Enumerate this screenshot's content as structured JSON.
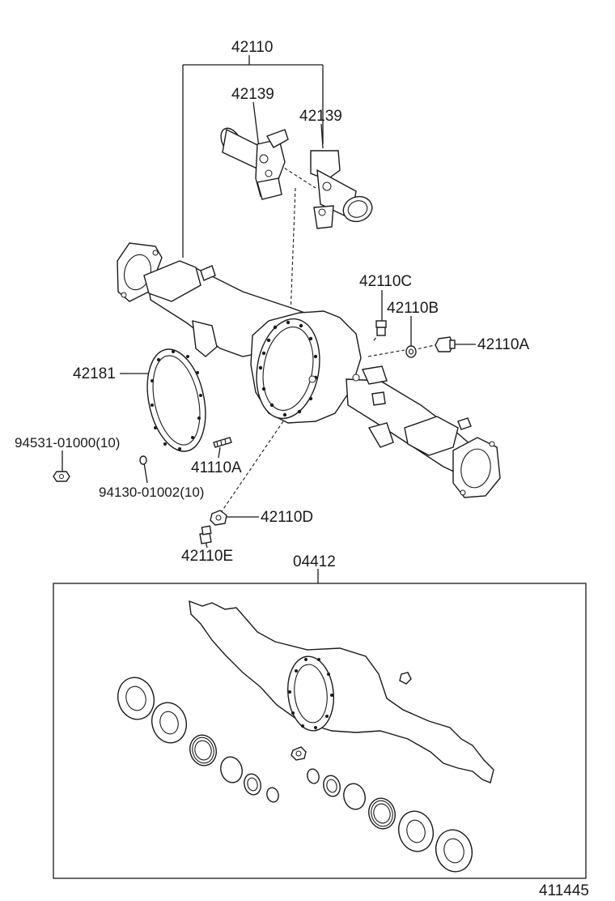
{
  "diagram": {
    "labels": {
      "p42110": "42110",
      "p42139_left": "42139",
      "p42139_right": "42139",
      "p42110C": "42110C",
      "p42110B": "42110B",
      "p42110A": "42110A",
      "p42181": "42181",
      "p94531": "94531-01000(10)",
      "p41110A": "41110A",
      "p94130": "94130-01002(10)",
      "p42110D": "42110D",
      "p42110E": "42110E",
      "p04412": "04412",
      "figure_number": "411445"
    },
    "line_color": "#1a1a1a",
    "background": "#ffffff",
    "icons": [
      "axle-housing-icon",
      "axle-tube-icon",
      "spring-seat-icon",
      "gasket-icon",
      "bolt-icon",
      "nut-icon",
      "washer-icon",
      "bearing-icon",
      "oil-seal-icon",
      "stud-icon",
      "breather-plug-icon",
      "drain-plug-icon"
    ]
  }
}
